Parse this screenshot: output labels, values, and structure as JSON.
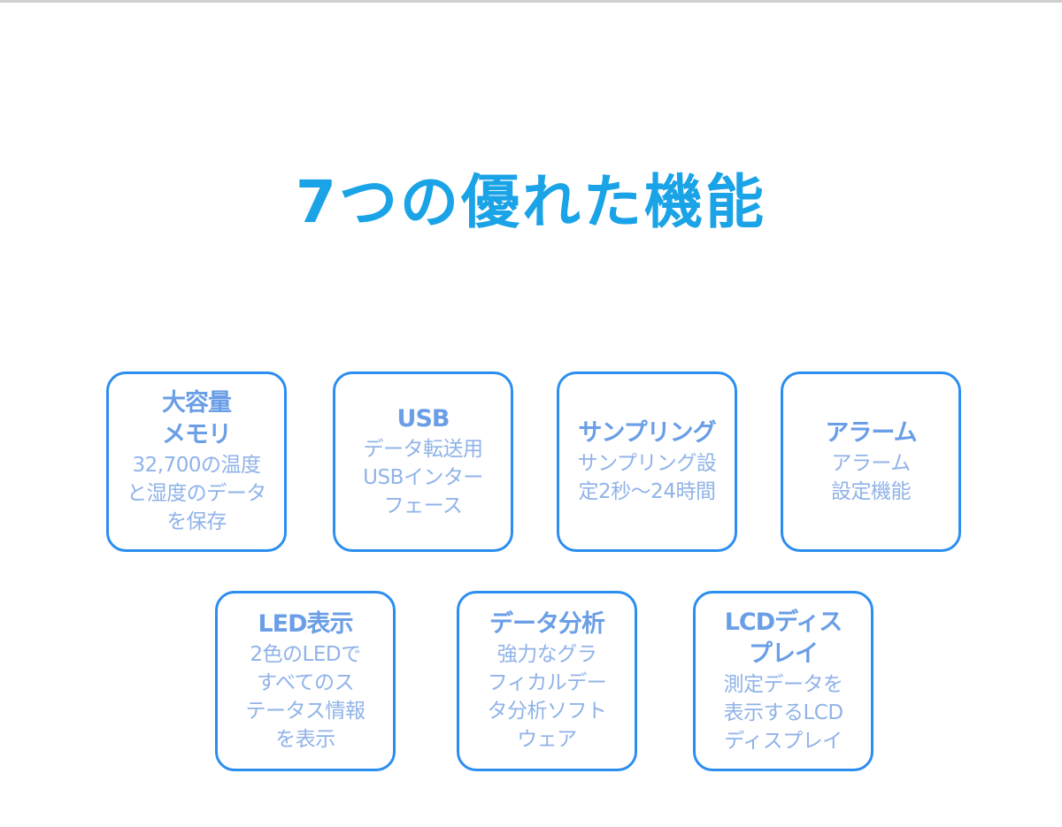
{
  "page": {
    "title": "7つの優れた機能"
  },
  "features": [
    {
      "title": "大容量\nメモリ",
      "desc": "32,700の温度\nと湿度のデータ\nを保存"
    },
    {
      "title": "USB",
      "desc": "データ転送用\nUSBインター\nフェース"
    },
    {
      "title": "サンプリング",
      "desc": "サンプリング設\n定2秒〜24時間"
    },
    {
      "title": "アラーム",
      "desc": "アラーム\n設定機能"
    },
    {
      "title": "LED表示",
      "desc": "2色のLEDで\nすべてのス\nテータス情報\nを表示"
    },
    {
      "title": "データ分析",
      "desc": "強力なグラ\nフィカルデー\nタ分析ソフト\nウェア"
    },
    {
      "title": "LCDディス\nプレイ",
      "desc": "測定データを\n表示するLCD\nディスプレイ"
    }
  ],
  "colors": {
    "title": "#1aa3e6",
    "card_border": "#2b8ef0",
    "card_title": "#6a9ee6",
    "card_desc": "#90b3e8"
  }
}
